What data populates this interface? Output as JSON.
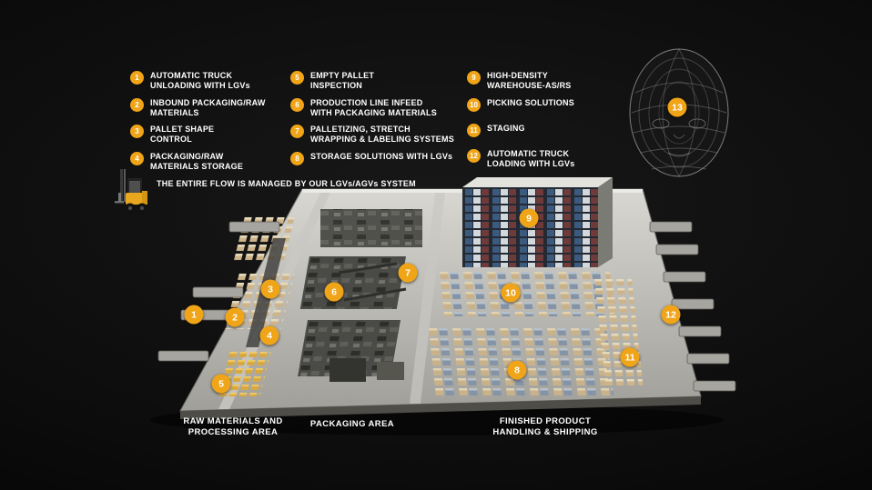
{
  "meta": {
    "title": "Warehouse Intralogistics Flow Diagram"
  },
  "colors": {
    "accent": "#F0A418",
    "background": "#0a0a0a",
    "text": "#FFFFFF"
  },
  "legend": {
    "columns": [
      {
        "items": [
          {
            "num": "1",
            "label": "AUTOMATIC TRUCK\nUNLOADING WITH LGVs"
          },
          {
            "num": "2",
            "label": "INBOUND PACKAGING/RAW\nMATERIALS"
          },
          {
            "num": "3",
            "label": "PALLET SHAPE\nCONTROL"
          },
          {
            "num": "4",
            "label": "PACKAGING/RAW\nMATERIALS STORAGE"
          }
        ]
      },
      {
        "items": [
          {
            "num": "5",
            "label": "EMPTY PALLET\nINSPECTION"
          },
          {
            "num": "6",
            "label": "PRODUCTION LINE INFEED\nWITH PACKAGING MATERIALS"
          },
          {
            "num": "7",
            "label": "PALLETIZING, STRETCH\nWRAPPING & LABELING SYSTEMS"
          },
          {
            "num": "8",
            "label": "STORAGE SOLUTIONS WITH LGVs"
          }
        ]
      },
      {
        "items": [
          {
            "num": "9",
            "label": "HIGH-DENSITY\nWAREHOUSE-AS/RS"
          },
          {
            "num": "10",
            "label": "PICKING SOLUTIONS"
          },
          {
            "num": "11",
            "label": "STAGING"
          },
          {
            "num": "12",
            "label": "AUTOMATIC TRUCK\nLOADING WITH LGVs"
          }
        ]
      }
    ]
  },
  "note": {
    "text": "THE ENTIRE FLOW IS MANAGED BY OUR LGVs/AGVs SYSTEM"
  },
  "map": {
    "markers": [
      {
        "num": "1"
      },
      {
        "num": "2"
      },
      {
        "num": "3"
      },
      {
        "num": "4"
      },
      {
        "num": "5"
      },
      {
        "num": "6"
      },
      {
        "num": "7"
      },
      {
        "num": "8"
      },
      {
        "num": "9"
      },
      {
        "num": "10"
      },
      {
        "num": "11"
      },
      {
        "num": "12"
      }
    ],
    "areas": [
      {
        "label": "RAW MATERIALS AND\nPROCESSING AREA"
      },
      {
        "label": "PACKAGING AREA"
      },
      {
        "label": "FINISHED PRODUCT\nHANDLING & SHIPPING"
      }
    ]
  },
  "head": {
    "marker_num": "13"
  }
}
